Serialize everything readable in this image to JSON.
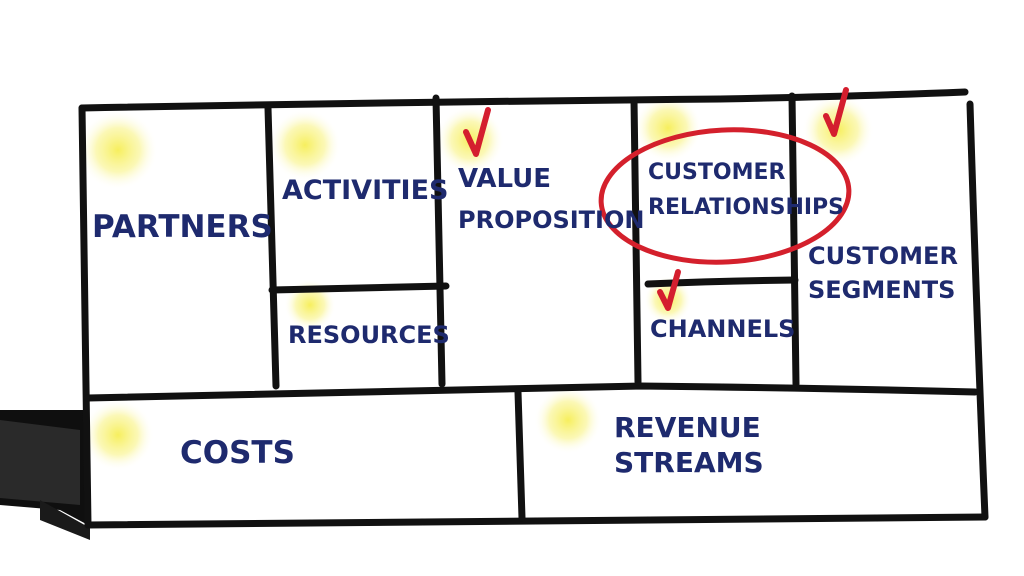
{
  "colors": {
    "ink": "#1e2a6e",
    "border": "#111111",
    "highlight": "#f6ee55",
    "check": "#d41e2e",
    "circle": "#d4202c"
  },
  "blocks": {
    "partners": "PARTNERS",
    "activities": "ACTIVITIES",
    "resources": "RESOURCES",
    "value_proposition": [
      "VALUE",
      "PROPOSITION"
    ],
    "customer_relationships": [
      "CUSTOMER",
      "RELATIONSHIPS"
    ],
    "channels": "CHANNELS",
    "customer_segments": [
      "CUSTOMER",
      "SEGMENTS"
    ],
    "costs": "COSTS",
    "revenue_streams": [
      "REVENUE",
      "STREAMS"
    ]
  }
}
